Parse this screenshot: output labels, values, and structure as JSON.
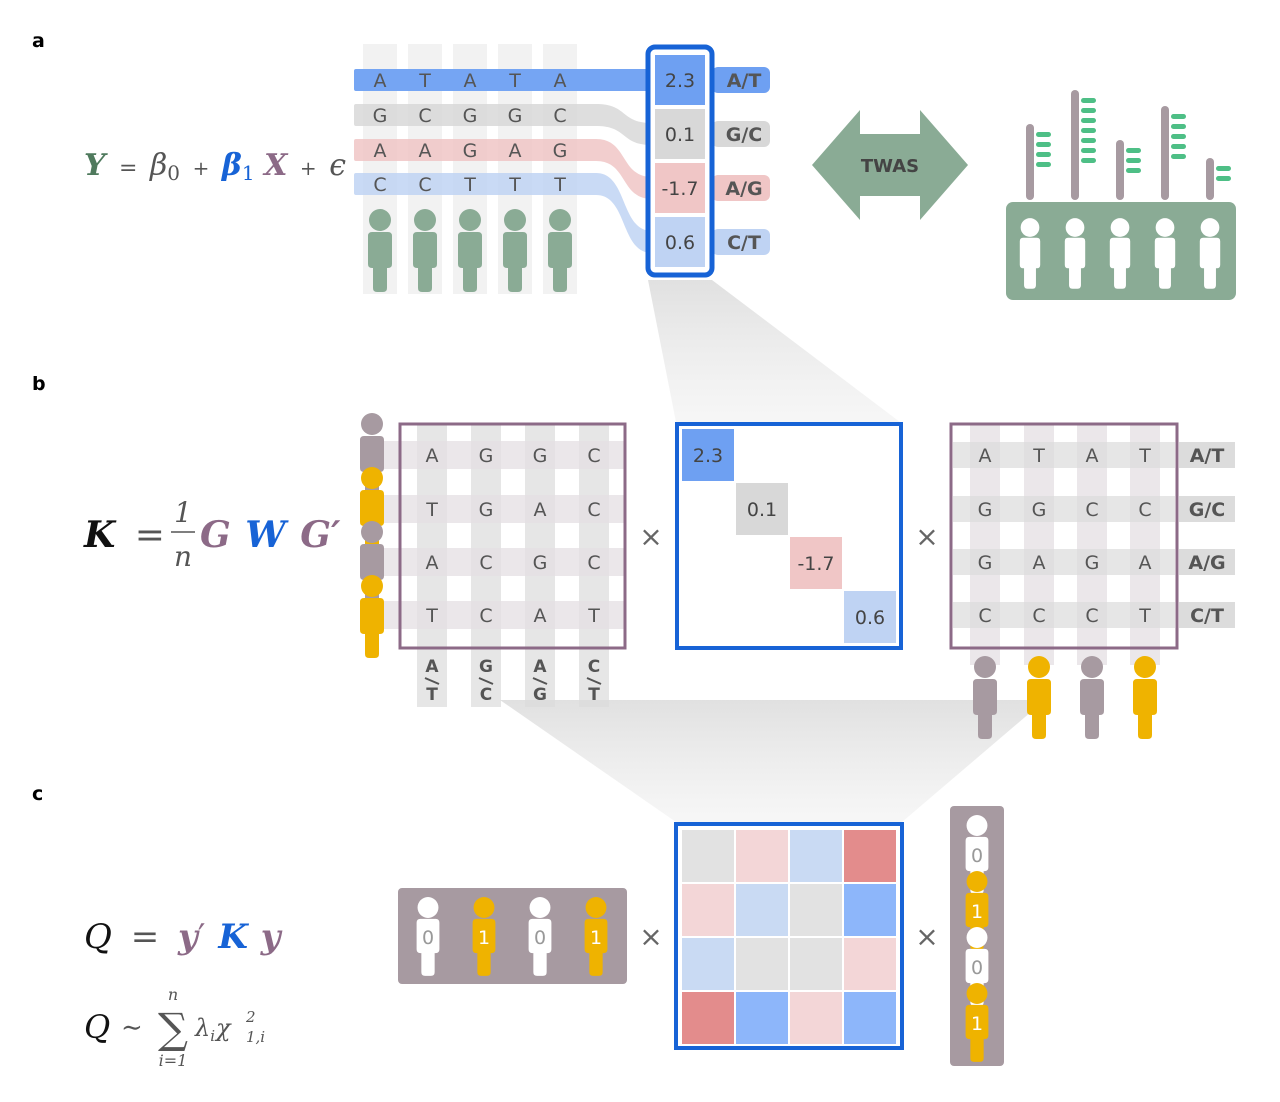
{
  "panels": {
    "a": {
      "label": "a",
      "equation": {
        "y": "Y",
        "eq": "=",
        "beta0": "β",
        "beta0_sub": "0",
        "plus1": "+",
        "beta1": "β",
        "beta1_sub": "1",
        "x": "X",
        "plus2": "+",
        "eps": "ϵ"
      },
      "snp_rows": [
        {
          "bases": [
            "A",
            "T",
            "A",
            "T",
            "A"
          ],
          "weight": "2.3",
          "allele": "A/T",
          "color": "#6ea0f2"
        },
        {
          "bases": [
            "G",
            "C",
            "G",
            "G",
            "C"
          ],
          "weight": "0.1",
          "allele": "G/C",
          "color": "#d8d8d8"
        },
        {
          "bases": [
            "A",
            "A",
            "G",
            "A",
            "G"
          ],
          "weight": "-1.7",
          "allele": "A/G",
          "color": "#f0c6c6"
        },
        {
          "bases": [
            "C",
            "C",
            "T",
            "T",
            "T"
          ],
          "weight": "0.6",
          "allele": "C/T",
          "color": "#bfd3f3"
        }
      ],
      "arrow_label": "TWAS",
      "colors": {
        "person": "#8aab95",
        "frame": "#1763d6",
        "expr_bar": "#a79aa1",
        "expr_tick": "#4ebf86"
      }
    },
    "b": {
      "label": "b",
      "equation": {
        "k": "K",
        "eq": "=",
        "num": "1",
        "den": "n",
        "g": "G",
        "w": "W",
        "gp": "G′"
      },
      "g_matrix": [
        [
          "A",
          "G",
          "G",
          "C"
        ],
        [
          "T",
          "G",
          "A",
          "C"
        ],
        [
          "A",
          "C",
          "G",
          "C"
        ],
        [
          "T",
          "C",
          "A",
          "T"
        ]
      ],
      "g_col_alleles": [
        [
          "A",
          "T"
        ],
        [
          "G",
          "C"
        ],
        [
          "A",
          "G"
        ],
        [
          "C",
          "T"
        ]
      ],
      "g_row_people": [
        "gray",
        "gold",
        "gray",
        "gold"
      ],
      "w_diag": [
        "2.3",
        "0.1",
        "-1.7",
        "0.6"
      ],
      "gt_matrix": [
        [
          "A",
          "T",
          "A",
          "T"
        ],
        [
          "G",
          "G",
          "C",
          "C"
        ],
        [
          "G",
          "A",
          "G",
          "A"
        ],
        [
          "C",
          "C",
          "C",
          "T"
        ]
      ],
      "gt_row_alleles": [
        "A/T",
        "G/C",
        "A/G",
        "C/T"
      ],
      "gt_col_people": [
        "gray",
        "gold",
        "gray",
        "gold"
      ],
      "times": "×",
      "colors": {
        "frame": "#8c6a87",
        "gray_person": "#a79aa1",
        "gold_person": "#efb300"
      }
    },
    "c": {
      "label": "c",
      "equation1": {
        "q": "Q",
        "eq": "=",
        "y": "y",
        "prime": "′",
        "k": "K",
        "y2": "y"
      },
      "equation2": {
        "q": "Q",
        "sim": "∼",
        "sum": "∑",
        "upper": "n",
        "lower": "i=1",
        "lambda": "λ",
        "lambda_sub": "i",
        "chi": "χ",
        "chi_sup": "2",
        "chi_sub": "1,i"
      },
      "phenotypes": [
        "0",
        "1",
        "0",
        "1"
      ],
      "times": "×",
      "k_matrix_colors": [
        [
          "#e2e2e2",
          "#f3d6d7",
          "#c9daf3",
          "#e38c8c"
        ],
        [
          "#f3d6d7",
          "#c9daf3",
          "#e2e2e2",
          "#8db6fa"
        ],
        [
          "#c9daf3",
          "#e2e2e2",
          "#e2e2e2",
          "#f3d6d7"
        ],
        [
          "#e38c8c",
          "#8db6fa",
          "#f3d6d7",
          "#8db6fa"
        ]
      ]
    }
  }
}
